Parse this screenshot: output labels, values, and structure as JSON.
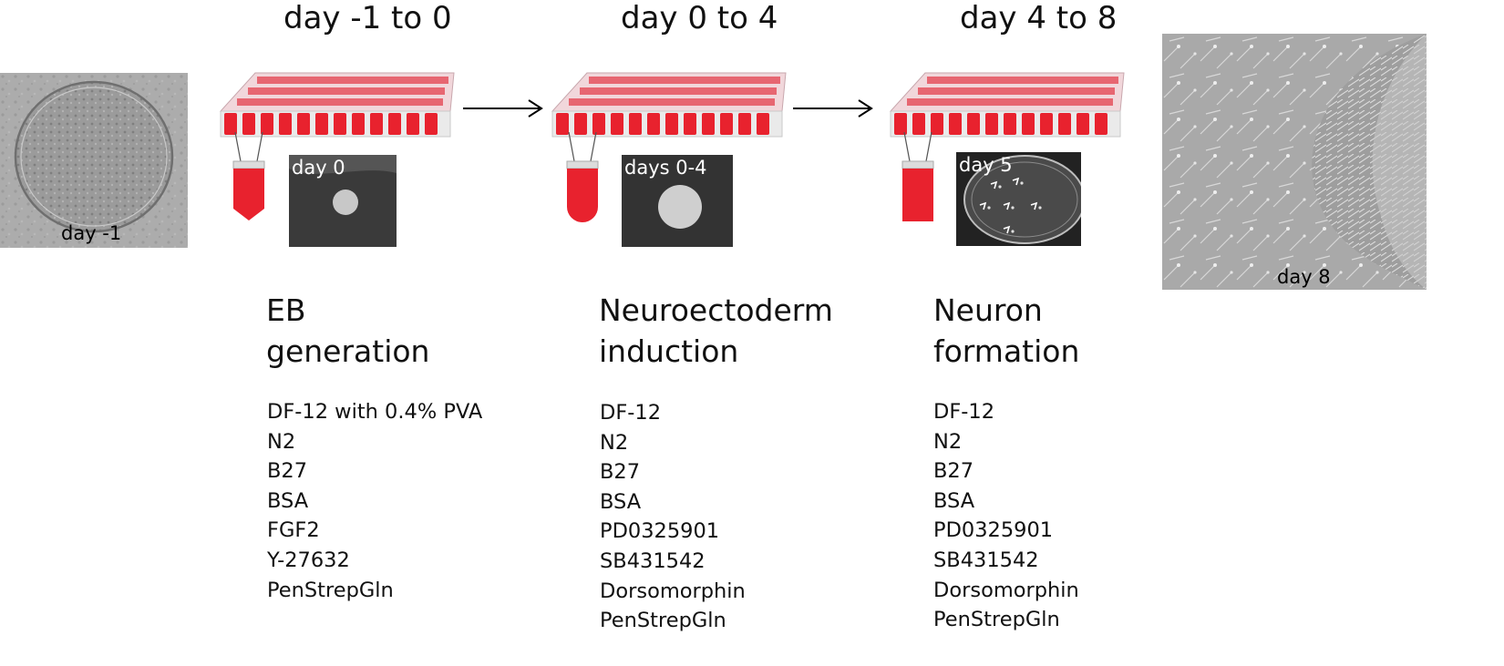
{
  "stages": [
    {
      "day_range": "day -1 to 0",
      "title": "EB\ngeneration",
      "inset_label": "day 0",
      "media": [
        "DF-12 with 0.4% PVA",
        "N2",
        "B27",
        "BSA",
        "FGF2",
        "Y-27632",
        "PenStrepGln"
      ]
    },
    {
      "day_range": "day 0 to 4",
      "title": "Neuroectoderm\ninduction",
      "inset_label": "days 0-4",
      "media": [
        "DF-12",
        "N2",
        "B27",
        "BSA",
        "PD0325901",
        "SB431542",
        "Dorsomorphin",
        "PenStrepGln"
      ]
    },
    {
      "day_range": "day 4 to 8",
      "title": "Neuron\nformation",
      "inset_label": "day 5",
      "media": [
        "DF-12",
        "N2",
        "B27",
        "BSA",
        "PD0325901",
        "SB431542",
        "Dorsomorphin",
        "PenStrepGln"
      ]
    }
  ],
  "photos": {
    "start_label": "day -1",
    "end_label": "day 8"
  },
  "colors": {
    "well_red": "#e8222e",
    "arrow": "#000000",
    "micrograph_gray": "#9a9a9a"
  }
}
